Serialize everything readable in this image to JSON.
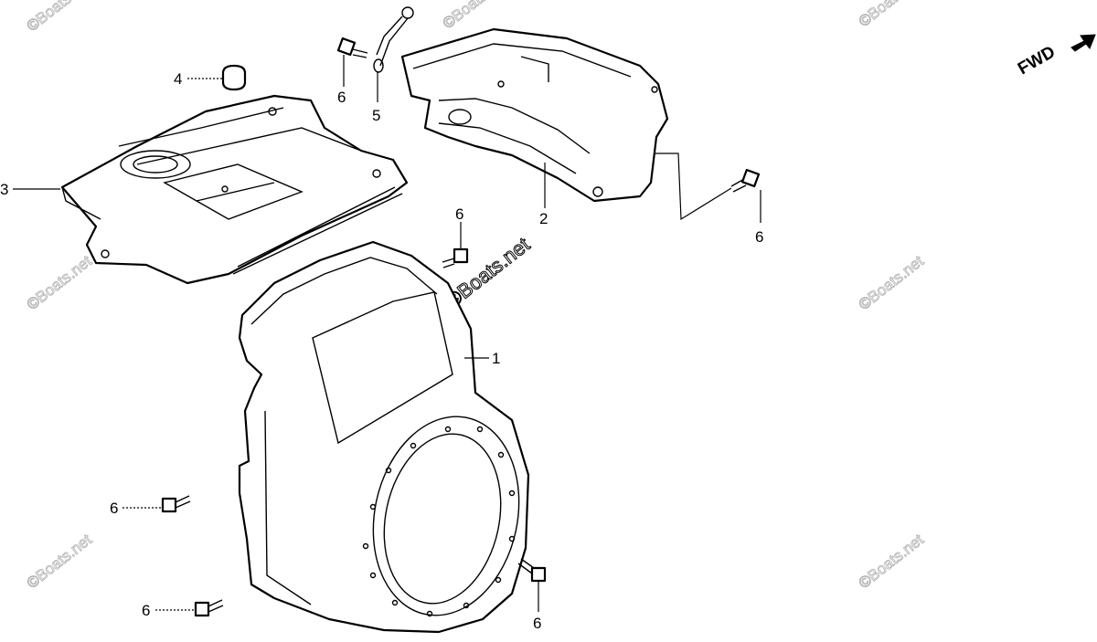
{
  "fwd_label": "FWD",
  "watermark": "©Boats.net",
  "callouts": {
    "part1": "1",
    "part2": "2",
    "part3": "3",
    "part4": "4",
    "part5": "5",
    "bolt_top": "6",
    "bolt_right": "6",
    "bolt_center": "6",
    "bolt_left": "6",
    "bolt_bottom_left": "6",
    "bolt_bottom_right": "6"
  }
}
